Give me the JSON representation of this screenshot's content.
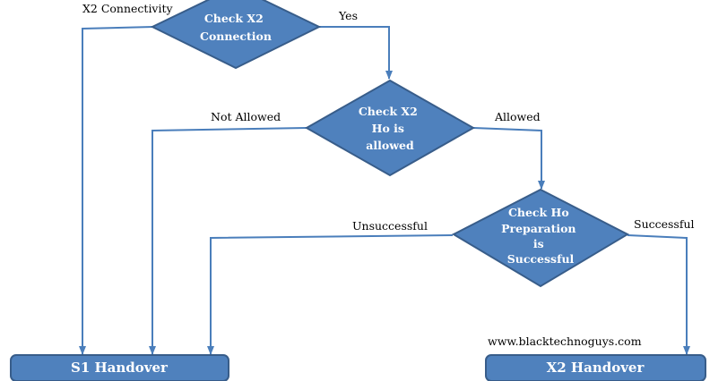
{
  "diagram": {
    "decisions": {
      "check_x2_connection": [
        "Check X2",
        "Connection"
      ],
      "check_x2_ho_allowed": [
        "Check X2",
        "Ho is",
        "allowed"
      ],
      "check_ho_preparation": [
        "Check  Ho",
        "Preparation",
        "is",
        "Successful"
      ]
    },
    "outcomes": {
      "s1_handover": "S1 Handover",
      "x2_handover": "X2 Handover"
    },
    "edge_labels": {
      "x2_connectivity": "X2 Connectivity",
      "yes": "Yes",
      "not_allowed": "Not Allowed",
      "allowed": "Allowed",
      "unsuccessful": "Unsuccessful",
      "successful": "Successful"
    },
    "watermark": "www.blacktechnoguys.com"
  },
  "colors": {
    "shape_fill": "#4F81BD",
    "shape_border": "#385D8A",
    "connector": "#4A7EBB"
  }
}
